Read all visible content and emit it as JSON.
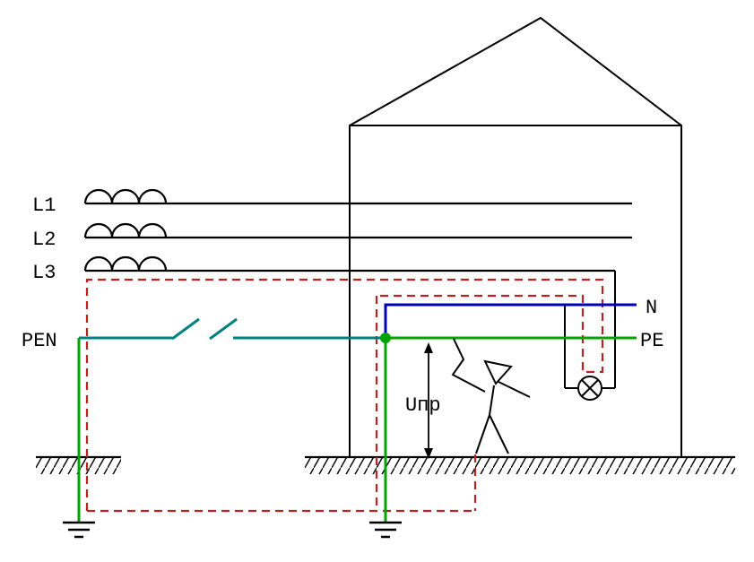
{
  "diagram": {
    "labels": {
      "l1": "L1",
      "l2": "L2",
      "l3": "L3",
      "pen": "PEN",
      "n": "N",
      "pe": "PE",
      "touch_voltage": "Uпр"
    },
    "colors": {
      "phase": "#000000",
      "pen": "#008080",
      "neutral": "#0000bb",
      "pe": "#00a300",
      "fault_path": "#bb2222",
      "background": "#ffffff"
    }
  }
}
